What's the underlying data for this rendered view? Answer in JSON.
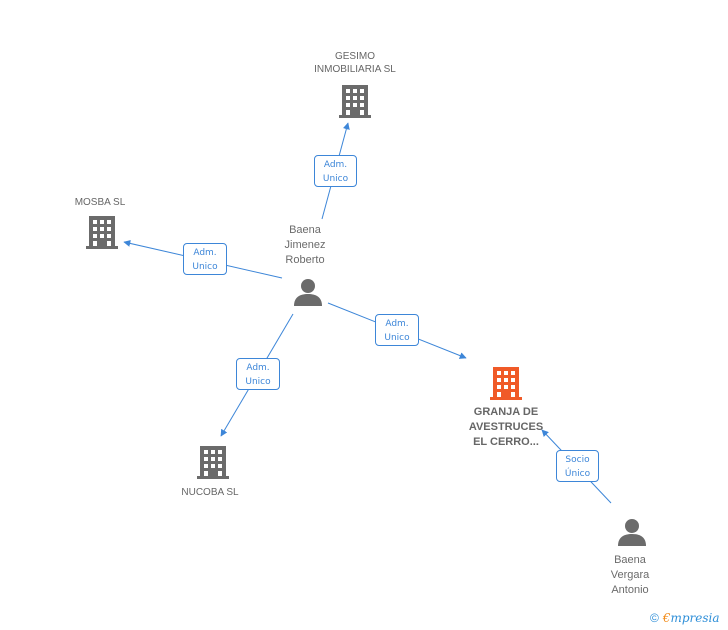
{
  "nodes": {
    "gesimo": {
      "label_line1": "GESIMO",
      "label_line2": "INMOBILIARIA SL",
      "icon": "building-icon",
      "color": "#6b6b6b"
    },
    "mosba": {
      "label": "MOSBA SL",
      "icon": "building-icon",
      "color": "#6b6b6b"
    },
    "nucoba": {
      "label": "NUCOBA SL",
      "icon": "building-icon",
      "color": "#6b6b6b"
    },
    "granja": {
      "label_line1": "GRANJA DE",
      "label_line2": "AVESTRUCES",
      "label_line3": "EL CERRO...",
      "icon": "building-icon",
      "color": "#f05a28"
    },
    "baena_roberto": {
      "label_line1": "Baena",
      "label_line2": "Jimenez",
      "label_line3": "Roberto",
      "icon": "person-icon",
      "color": "#6b6b6b"
    },
    "baena_antonio": {
      "label_line1": "Baena",
      "label_line2": "Vergara",
      "label_line3": "Antonio",
      "icon": "person-icon",
      "color": "#6b6b6b"
    }
  },
  "edges": {
    "to_gesimo": {
      "line1": "Adm.",
      "line2": "Unico"
    },
    "to_mosba": {
      "line1": "Adm.",
      "line2": "Unico"
    },
    "to_nucoba": {
      "line1": "Adm.",
      "line2": "Unico"
    },
    "to_granja": {
      "line1": "Adm.",
      "line2": "Unico"
    },
    "antonio_to_granja": {
      "line1": "Socio",
      "line2": "Único"
    }
  },
  "colors": {
    "edge": "#3d86d8",
    "company": "#6b6b6b",
    "focus_company": "#f05a28",
    "brand_blue": "#2f8fd8",
    "brand_orange": "#f28c1a"
  },
  "footer": {
    "copyright_symbol": "©",
    "brand_first": "€",
    "brand_rest": "mpresia"
  }
}
